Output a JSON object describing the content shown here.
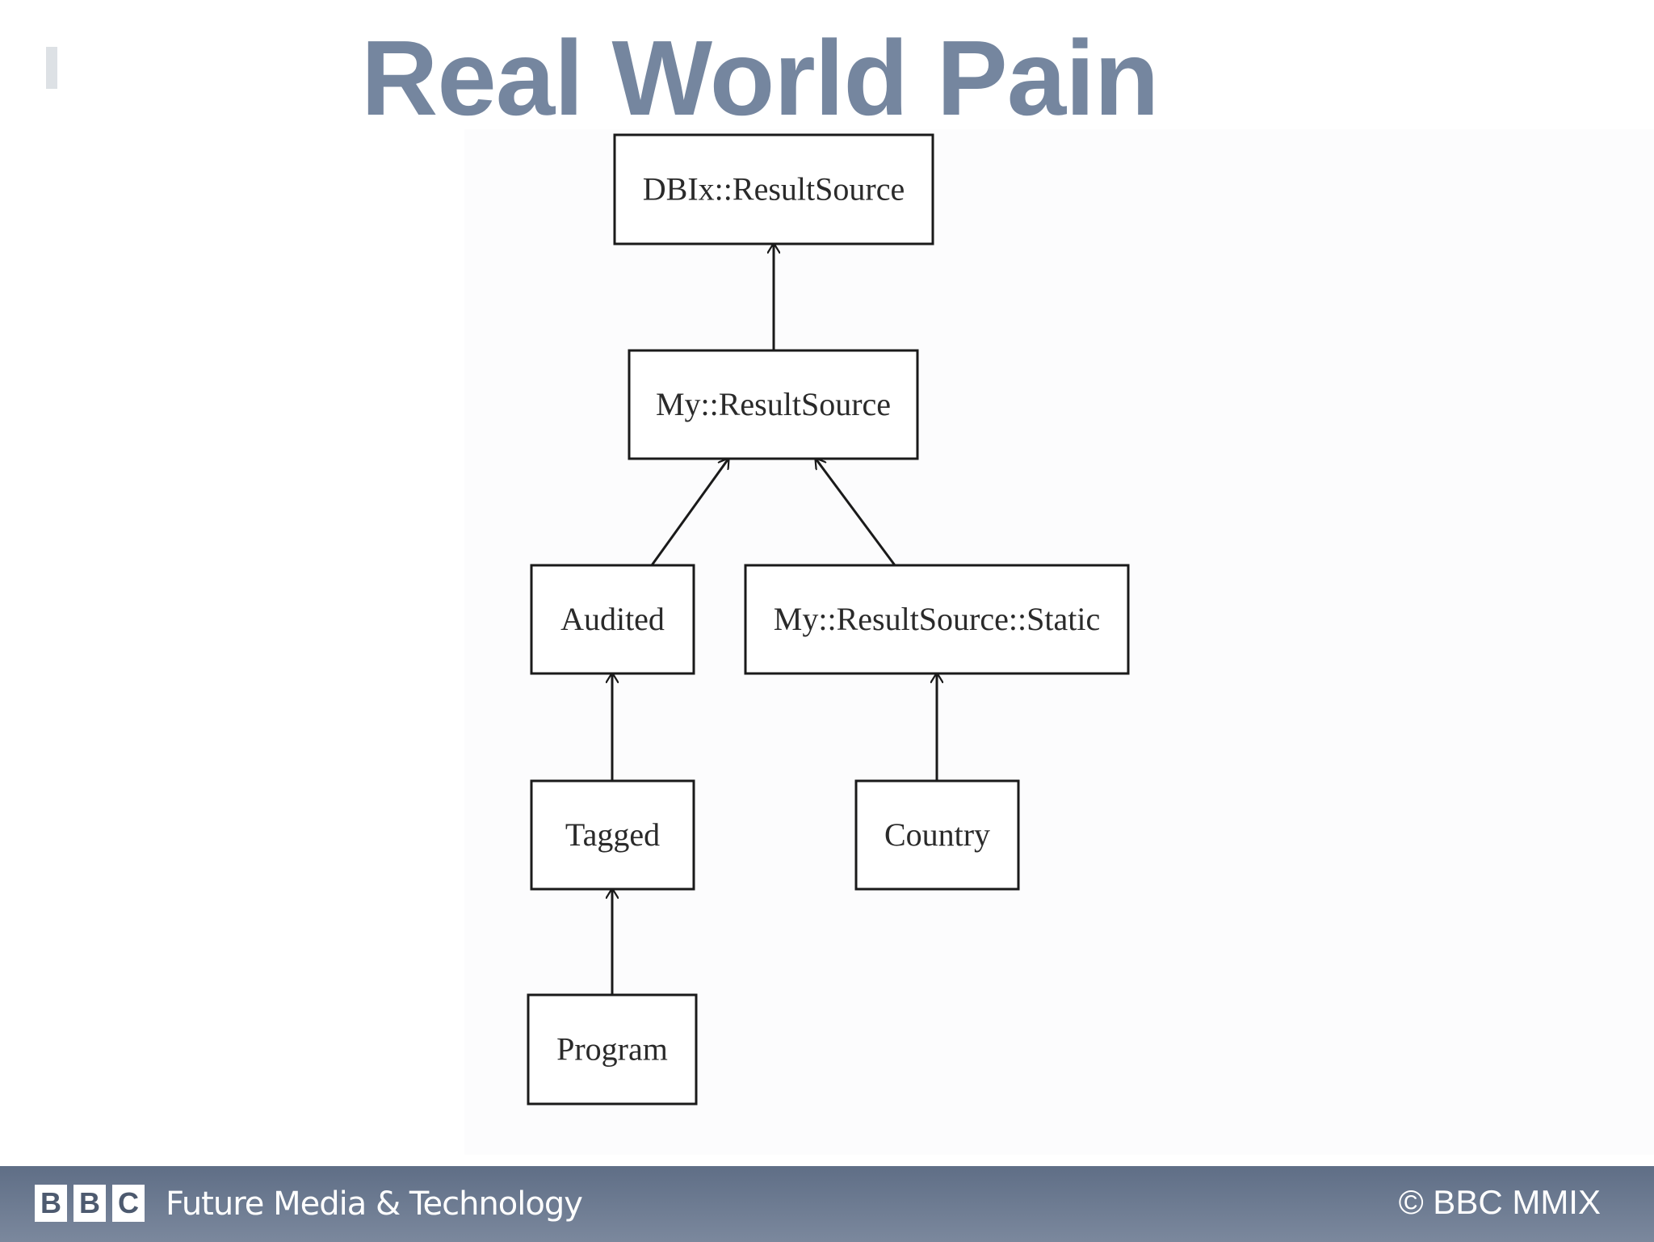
{
  "slide": {
    "title": "Real World Pain"
  },
  "diagram": {
    "nodes": [
      {
        "id": "dbix-resultsource",
        "label": "DBIx::ResultSource"
      },
      {
        "id": "my-resultsource",
        "label": "My::ResultSource"
      },
      {
        "id": "audited",
        "label": "Audited"
      },
      {
        "id": "my-resultsource-static",
        "label": "My::ResultSource::Static"
      },
      {
        "id": "tagged",
        "label": "Tagged"
      },
      {
        "id": "country",
        "label": "Country"
      },
      {
        "id": "program",
        "label": "Program"
      }
    ],
    "edges": [
      {
        "from": "my-resultsource",
        "to": "dbix-resultsource"
      },
      {
        "from": "audited",
        "to": "my-resultsource"
      },
      {
        "from": "my-resultsource-static",
        "to": "my-resultsource"
      },
      {
        "from": "tagged",
        "to": "audited"
      },
      {
        "from": "country",
        "to": "my-resultsource-static"
      },
      {
        "from": "program",
        "to": "tagged"
      }
    ]
  },
  "footer": {
    "logo_letters": [
      "B",
      "B",
      "C"
    ],
    "department": "Future Media & Technology",
    "copyright": "© BBC MMIX"
  }
}
